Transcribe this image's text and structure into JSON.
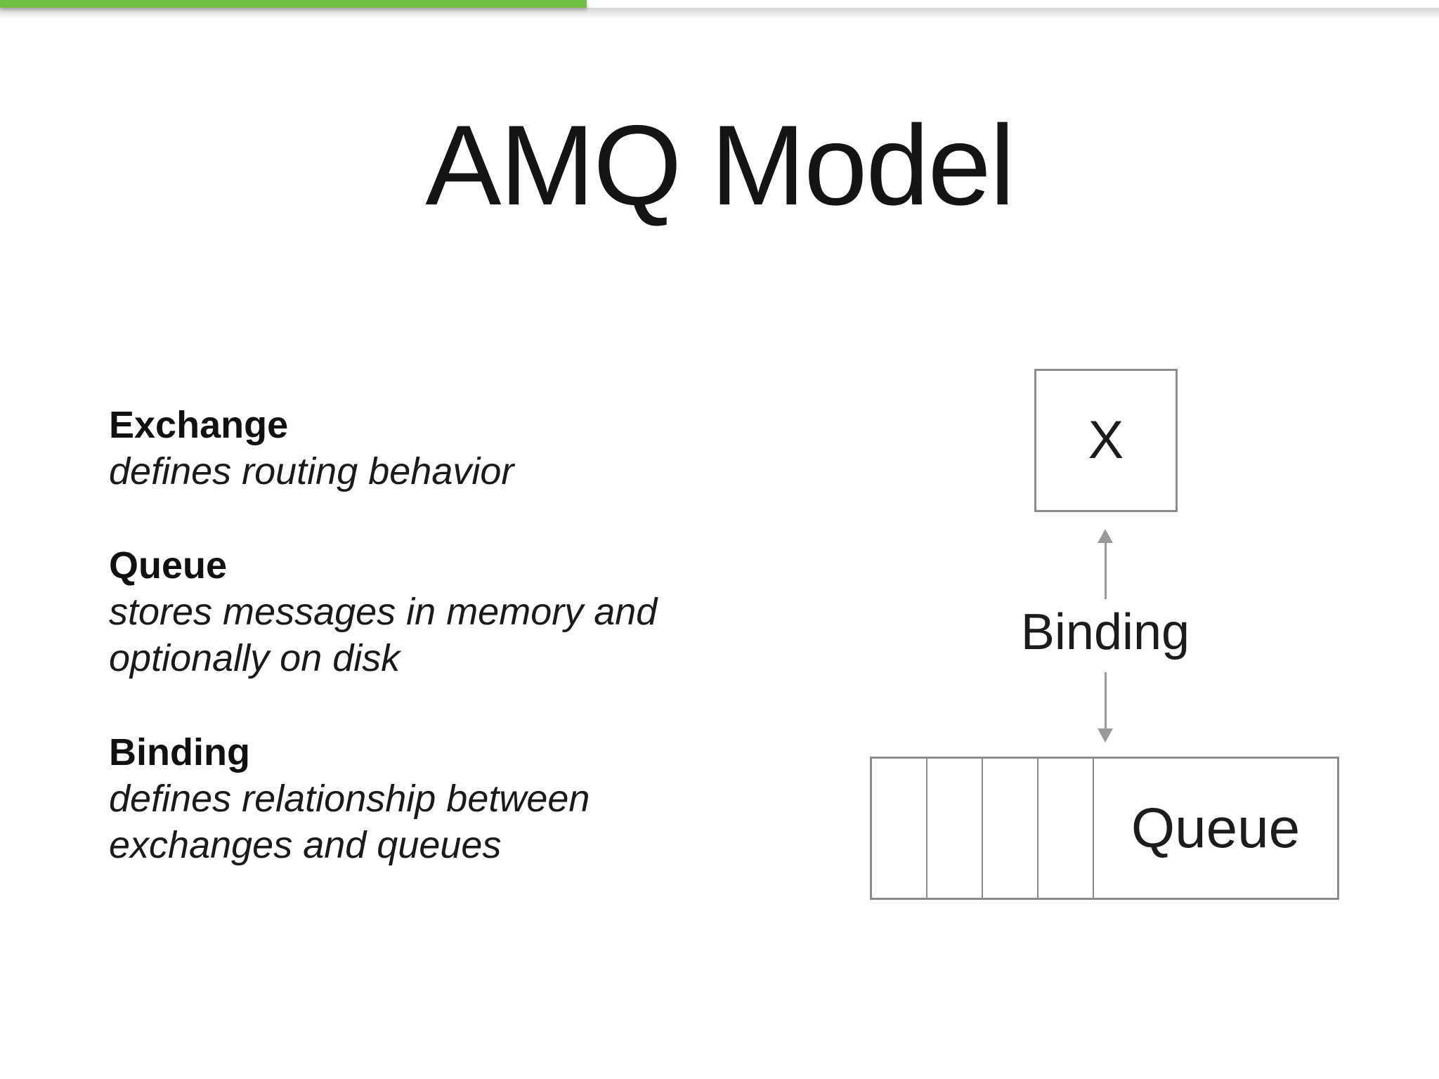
{
  "slide": {
    "title": "AMQ Model",
    "progress_bar": {
      "color": "#6fbf44"
    },
    "definitions": [
      {
        "term": "Exchange",
        "description": "defines routing behavior"
      },
      {
        "term": "Queue",
        "description": "stores messages in memory and optionally on disk"
      },
      {
        "term": "Binding",
        "description": "defines relationship between exchanges and queues"
      }
    ],
    "diagram": {
      "exchange_label": "X",
      "binding_label": "Binding",
      "queue_label": "Queue",
      "queue_cell_count": 4,
      "colors": {
        "box_border": "#8b8b8b",
        "arrow": "#9a9a9a"
      }
    }
  }
}
